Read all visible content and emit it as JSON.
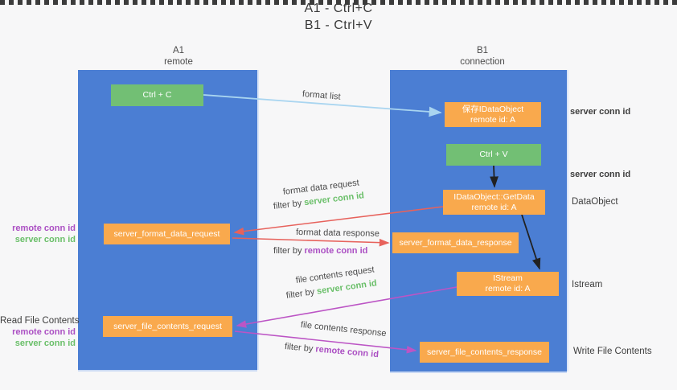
{
  "title": {
    "line1": "A1 - Ctrl+C",
    "line2": "B1 - Ctrl+V"
  },
  "lanes": {
    "left": {
      "name": "A1",
      "role": "remote"
    },
    "right": {
      "name": "B1",
      "role": "connection"
    }
  },
  "nodes": {
    "ctrl_c": {
      "label": "Ctrl + C"
    },
    "ctrl_v": {
      "label": "Ctrl + V"
    },
    "save_idataobject": {
      "line1": "保存IDataObject",
      "line2": "remote id: A"
    },
    "getdata": {
      "line1": "IDataObject::GetData",
      "line2": "remote id: A"
    },
    "istream": {
      "line1": "IStream",
      "line2": "remote id: A"
    },
    "format_request": {
      "label": "server_format_data_request"
    },
    "format_response": {
      "label": "server_format_data_response"
    },
    "file_request": {
      "label": "server_file_contents_request"
    },
    "file_response": {
      "label": "server_file_contents_response"
    }
  },
  "edges": {
    "format_list": {
      "label": "format list"
    },
    "format_data_request": {
      "label": "format data request",
      "filter_prefix": "filter by ",
      "filter_key": "server conn id"
    },
    "format_data_response": {
      "label": "format data response",
      "filter_prefix": "filter by ",
      "filter_key": "remote conn id"
    },
    "file_contents_request": {
      "label": "file contents request",
      "filter_prefix": "filter by ",
      "filter_key": "server conn id"
    },
    "file_contents_response": {
      "label": "file contents response",
      "filter_prefix": "filter by ",
      "filter_key": "remote conn id"
    }
  },
  "annotations": {
    "server_conn_id_top": "server conn id",
    "server_conn_id_mid": "server conn id",
    "dataobject": "DataObject",
    "istream": "Istream",
    "write_file_contents": "Write File Contents",
    "read_file_contents": "Read File Contents",
    "format_remote_conn_id": "remote conn id",
    "format_server_conn_id": "server conn id",
    "file_remote_conn_id": "remote conn id",
    "file_server_conn_id": "server conn id"
  },
  "colors": {
    "lane_blue": "#4b7ed3",
    "node_green": "#72bf74",
    "node_orange": "#f9a94d",
    "arrow_red": "#e7625c",
    "arrow_magenta": "#bc55c5",
    "arrow_light_blue": "#a9d5f0",
    "arrow_black": "#212121",
    "text_green": "#6abf69",
    "text_purple": "#ab4fc3"
  }
}
